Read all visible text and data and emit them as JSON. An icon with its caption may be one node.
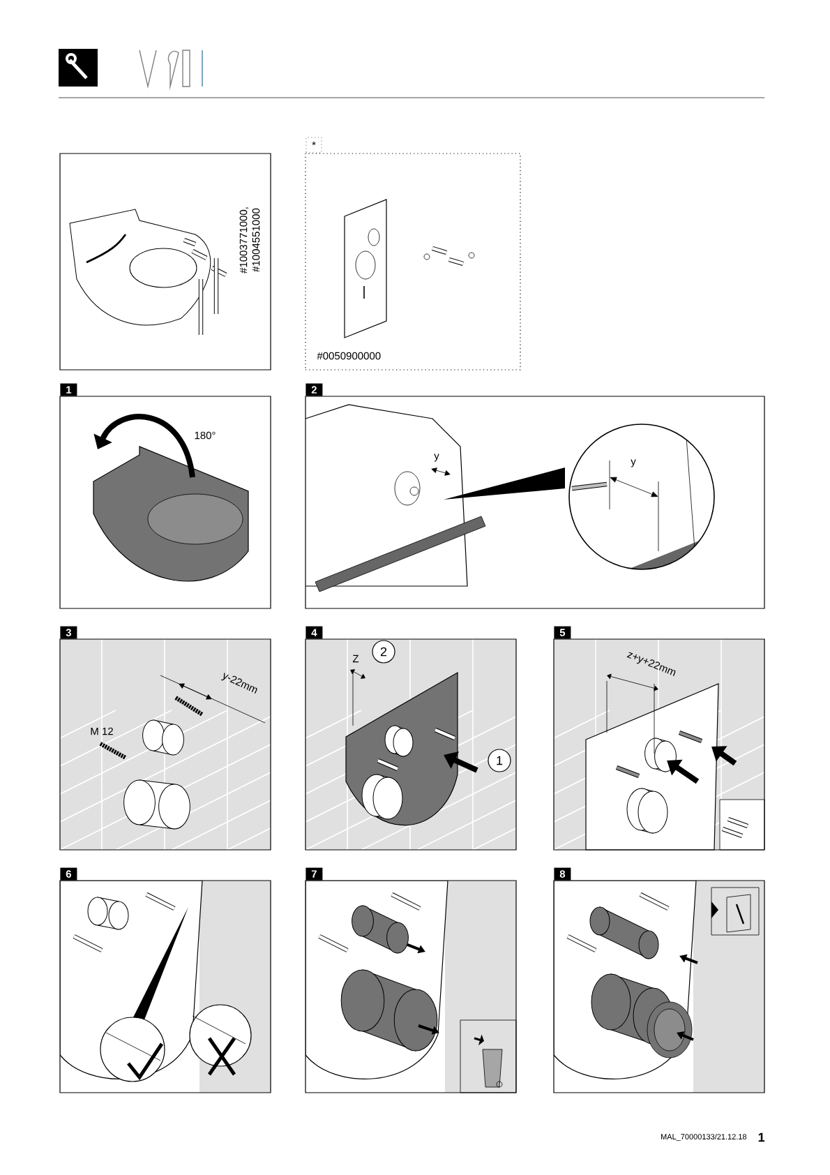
{
  "diagram": {
    "nodes": [
      {
        "text": [
          "#1003771000, #1004551000"
        ]
      },
      {
        "text": [
          "*",
          "#0050900000"
        ]
      },
      {
        "text": [
          "1",
          "180°"
        ]
      },
      {
        "text": [
          "2",
          "y",
          "y"
        ]
      },
      {
        "text": [
          "3",
          "M 12",
          "y-22mm"
        ]
      },
      {
        "text": [
          "4",
          "Z"
        ]
      },
      {
        "text": [
          "5",
          "z+y+22mm"
        ]
      },
      {
        "text": [
          "6"
        ]
      },
      {
        "text": [
          "7"
        ]
      },
      {
        "text": [
          "8"
        ]
      },
      {
        "text": [
          "2"
        ],
        "in": 5
      },
      {
        "text": [
          "1"
        ],
        "in": 5
      }
    ],
    "labels": [
      "MAL_70000133/21.12.18",
      "1"
    ]
  }
}
